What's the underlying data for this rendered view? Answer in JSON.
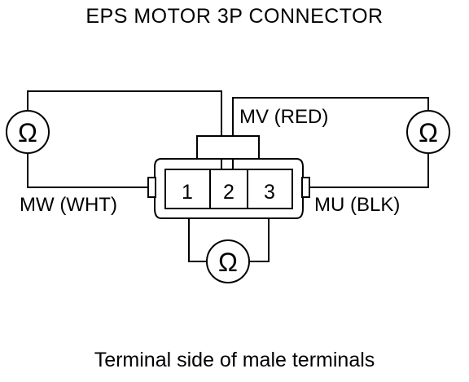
{
  "title": "EPS MOTOR 3P CONNECTOR",
  "caption": "Terminal side of male terminals",
  "terminals": [
    "1",
    "2",
    "3"
  ],
  "wires": {
    "mv": "MV (RED)",
    "mw": "MW (WHT)",
    "mu": "MU (BLK)"
  },
  "meter_symbol": "Ω"
}
